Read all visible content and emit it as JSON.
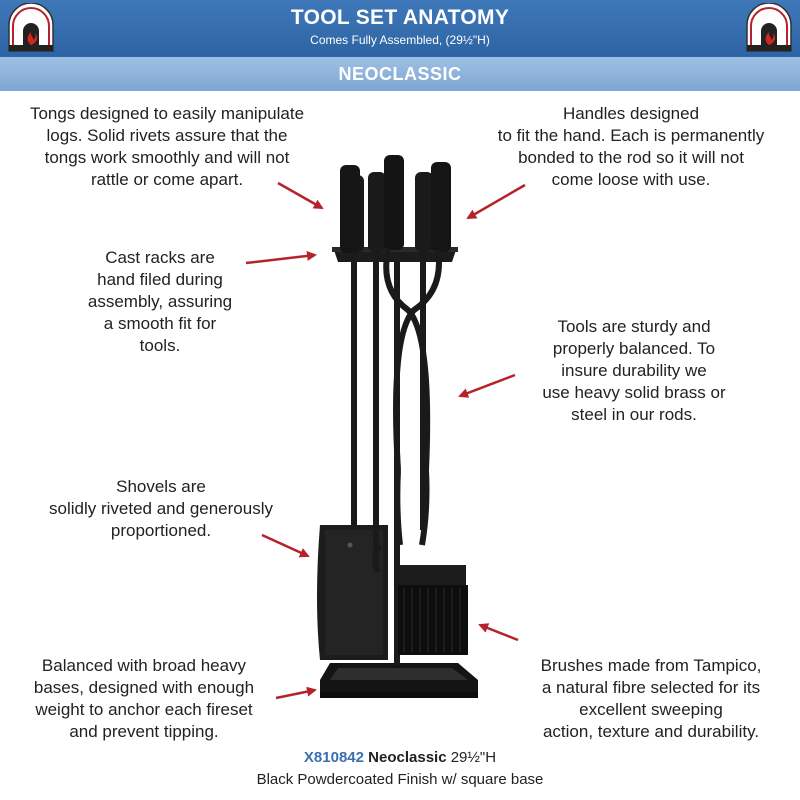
{
  "header": {
    "title": "TOOL SET ANATOMY",
    "subtitle": "Comes Fully Assembled, (29½\"H)",
    "collection": "NEOCLASSIC"
  },
  "colors": {
    "header_blue": "#3366aa",
    "subheader_blue": "#8fb3dc",
    "arrow_red": "#b5222a",
    "product_black": "#1a1a1a",
    "sku_blue": "#3a6fb0"
  },
  "notes": {
    "tongs": [
      "Tongs designed to easily manipulate",
      "logs. Solid rivets assure that the",
      "tongs work smoothly and will not",
      "rattle or come apart."
    ],
    "handles": [
      "Handles designed",
      "to fit the hand. Each is permanently",
      "bonded to the rod so it will not",
      "come loose with use."
    ],
    "racks": [
      "Cast racks are",
      "hand filed during",
      "assembly, assuring",
      "a smooth fit for",
      "tools."
    ],
    "tools": [
      "Tools are sturdy and",
      "properly balanced. To",
      "insure durability we",
      "use heavy solid brass or",
      "steel in our rods."
    ],
    "shovels": [
      "Shovels are",
      "solidly riveted and generously",
      "proportioned."
    ],
    "bases": [
      "Balanced with broad heavy",
      "bases, designed with enough",
      "weight to anchor each fireset",
      "and prevent tipping."
    ],
    "brushes": [
      "Brushes made from Tampico,",
      "a natural fibre selected for its",
      "excellent sweeping",
      "action, texture and durability."
    ]
  },
  "caption": {
    "sku": "X810842",
    "name": "Neoclassic",
    "height": "29½\"H",
    "finish": "Black Powdercoated Finish w/ square base"
  },
  "icons": {
    "logo": "fireplace-logo-icon"
  }
}
